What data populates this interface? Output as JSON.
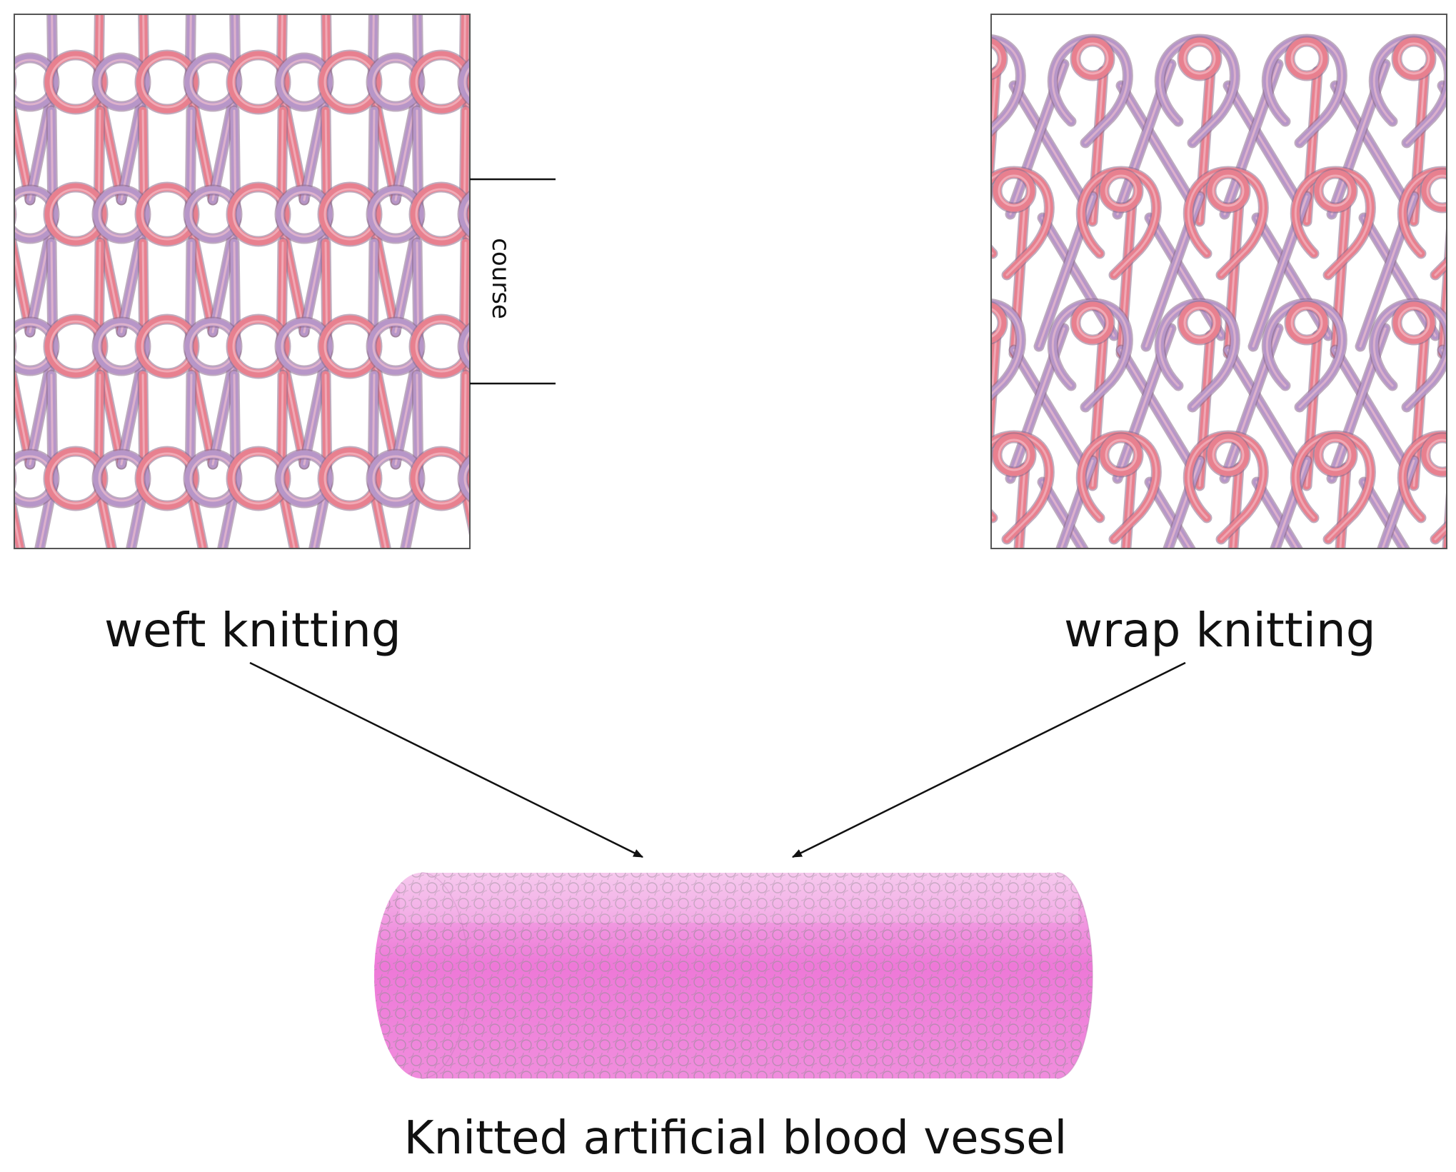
{
  "figure": {
    "weft_label": "weft knitting",
    "wrap_label": "wrap knitting",
    "course_label": "course",
    "vessel_label": "Knitted artificial blood vessel"
  },
  "colors": {
    "yarn_pink": "#e8808f",
    "yarn_lilac": "#b796c8",
    "yarn_highlight": "#f6c4cf",
    "vessel_pink": "#ee70d8",
    "vessel_light": "#f6b9ec",
    "mesh": "#a98aa5",
    "line": "#111111",
    "frame": "#555555"
  }
}
